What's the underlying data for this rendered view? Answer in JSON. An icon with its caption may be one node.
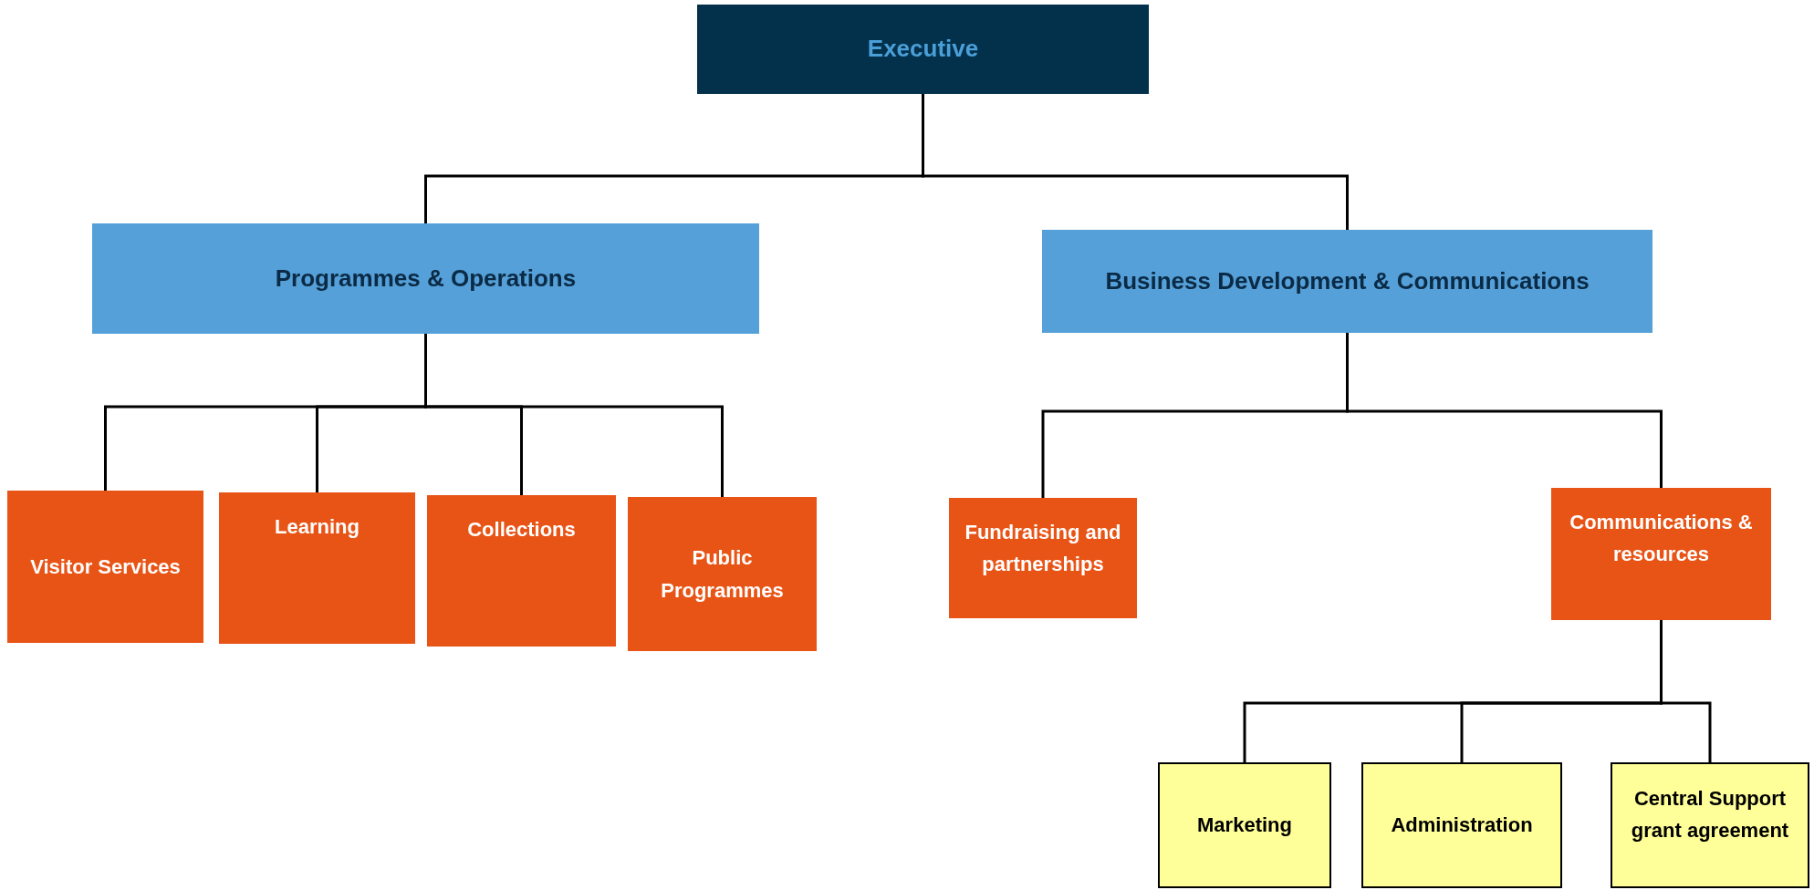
{
  "diagram": {
    "nodes": [
      {
        "text": [
          "Executive"
        ]
      },
      {
        "text": [
          "Programmes & Operations"
        ]
      },
      {
        "text": [
          "Business Development & Communications"
        ]
      },
      {
        "text": [
          "Visitor Services"
        ]
      },
      {
        "text": [
          "Learning"
        ]
      },
      {
        "text": [
          "Collections"
        ]
      },
      {
        "text": [
          "Public Programmes"
        ]
      },
      {
        "text": [
          "Fundraising and partnerships"
        ]
      },
      {
        "text": [
          "Communications & resources"
        ]
      },
      {
        "text": [
          "Marketing"
        ]
      },
      {
        "text": [
          "Administration"
        ]
      },
      {
        "text": [
          "Central Support grant agreement"
        ]
      }
    ],
    "edges": [
      {
        "from": 0,
        "to": 1,
        "arrow": "none"
      },
      {
        "from": 0,
        "to": 2,
        "arrow": "none"
      },
      {
        "from": 1,
        "to": 3,
        "arrow": "none"
      },
      {
        "from": 1,
        "to": 4,
        "arrow": "none"
      },
      {
        "from": 1,
        "to": 5,
        "arrow": "none"
      },
      {
        "from": 1,
        "to": 6,
        "arrow": "none"
      },
      {
        "from": 2,
        "to": 7,
        "arrow": "none"
      },
      {
        "from": 2,
        "to": 8,
        "arrow": "none"
      },
      {
        "from": 8,
        "to": 9,
        "arrow": "none"
      },
      {
        "from": 8,
        "to": 10,
        "arrow": "none"
      },
      {
        "from": 8,
        "to": 11,
        "arrow": "none"
      }
    ]
  }
}
